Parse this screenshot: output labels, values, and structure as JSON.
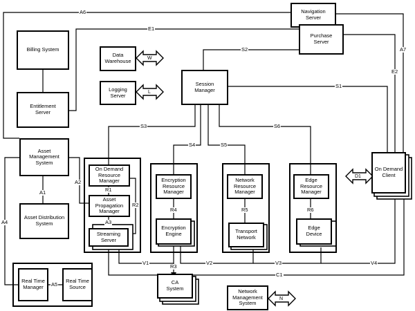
{
  "nodes": {
    "navigation_server": "Navigation\nServer",
    "purchase_server": "Purchase\nServer",
    "billing_system": "Billing System",
    "entitlement_server": "Entitlement\nServer",
    "data_warehouse": "Data\nWarehouse",
    "logging_server": "Logging\nServer",
    "session_manager": "Session\nManager",
    "asset_management_system": "Asset Management\nSystem",
    "asset_distribution_system": "Asset Distribution\nSystem",
    "on_demand_resource_manager": "On Demand\nResource\nManager",
    "asset_propagation_manager": "Asset\nPropagation\nManager",
    "streaming_server": "Streaming\nServer",
    "encryption_resource_manager": "Encryption\nResource\nManager",
    "encryption_engine": "Encryption\nEngine",
    "network_resource_manager": "Network\nResource\nManager",
    "transport_network": "Transport\nNetwork",
    "edge_resource_manager": "Edge\nResource\nManager",
    "edge_device": "Edge\nDevice",
    "on_demand_client": "On Demand\nClient",
    "real_time_manager": "Real Time\nManager",
    "real_time_source": "Real Time\nSource",
    "ca_system": "CA\nSystem",
    "network_management_system": "Network\nManagement\nSystem"
  },
  "interfaces": {
    "A6": "A6",
    "E1": "E1",
    "S2": "S2",
    "S1": "S1",
    "S3": "S3",
    "S4": "S4",
    "S5": "S5",
    "S6": "S6",
    "A7": "A7",
    "E2": "E2",
    "D1": "D1",
    "A2": "A2",
    "A1": "A1",
    "A4": "A4",
    "A3": "A3",
    "A5": "A5",
    "R1": "R1",
    "R2": "R2",
    "R4": "R4",
    "R5": "R5",
    "R6": "R6",
    "R3": "R3",
    "V1": "V1",
    "V2": "V2",
    "V3": "V3",
    "V4": "V4",
    "C1": "C1",
    "W": "W",
    "L": "L",
    "N": "N"
  }
}
